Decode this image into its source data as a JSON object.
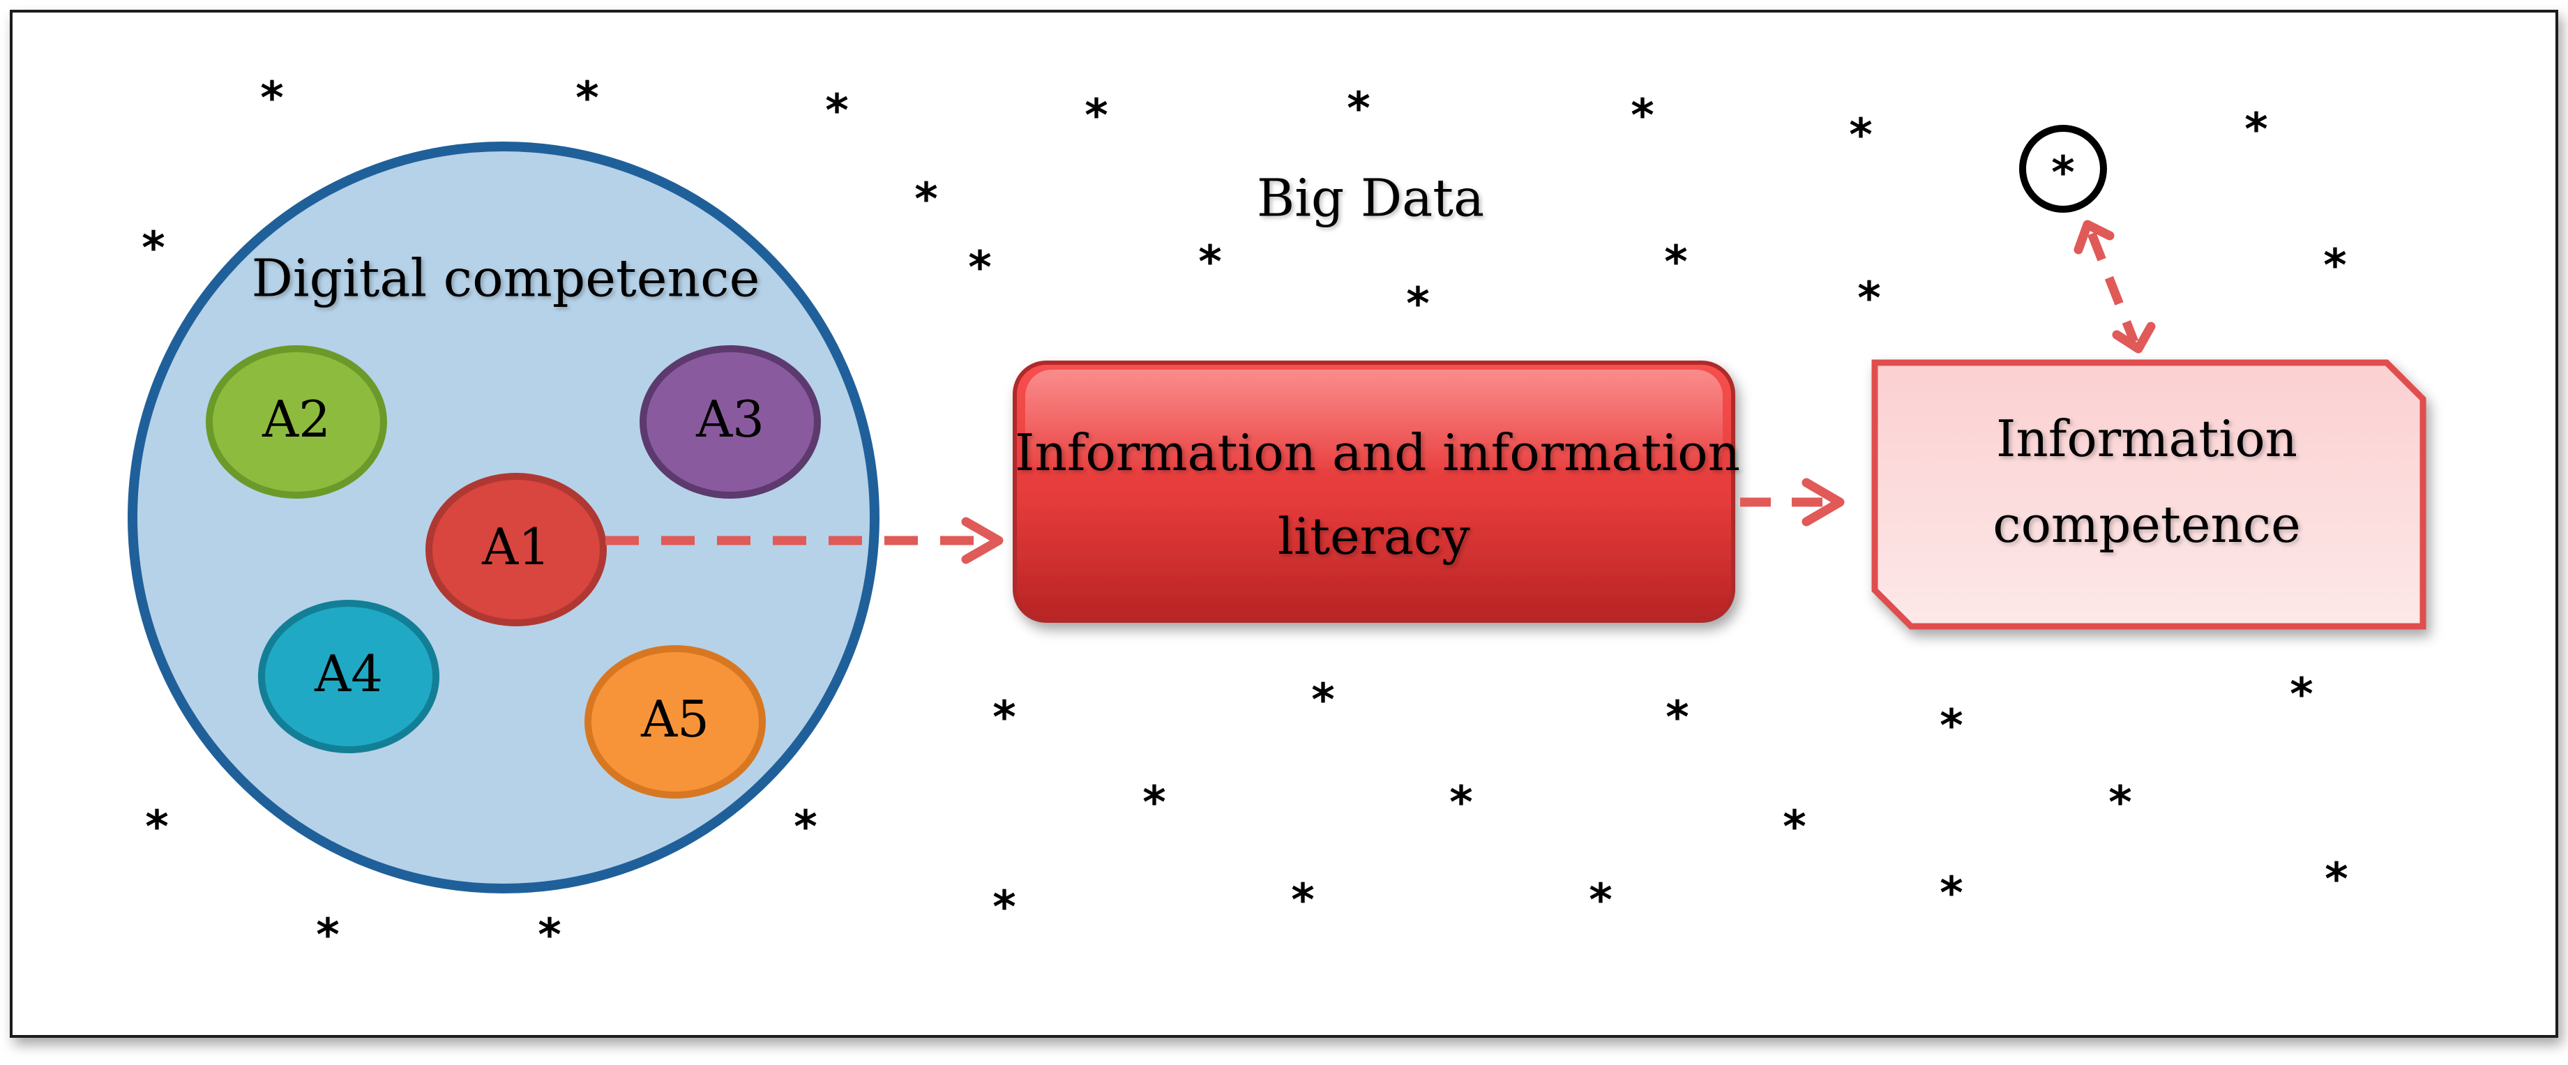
{
  "title": "Big Data",
  "digital_competence": {
    "label": "Digital competence",
    "areas": [
      {
        "label": "A1",
        "color": "#D9453F"
      },
      {
        "label": "A2",
        "color": "#8DBB3E"
      },
      {
        "label": "A3",
        "color": "#8A5A9E"
      },
      {
        "label": "A4",
        "color": "#1FA9C4"
      },
      {
        "label": "A5",
        "color": "#F7943A"
      }
    ]
  },
  "info_literacy": {
    "line1": "Information and information",
    "line2": "literacy"
  },
  "info_competence": {
    "line1": "Information",
    "line2": "competence"
  },
  "datum_symbol": "*",
  "colors": {
    "circle_fill": "#B6D2E8",
    "circle_stroke": "#20609A",
    "arrow": "#E05A58",
    "literacy_box": "#E43A3A",
    "competence_box": "#FBD3D4"
  }
}
